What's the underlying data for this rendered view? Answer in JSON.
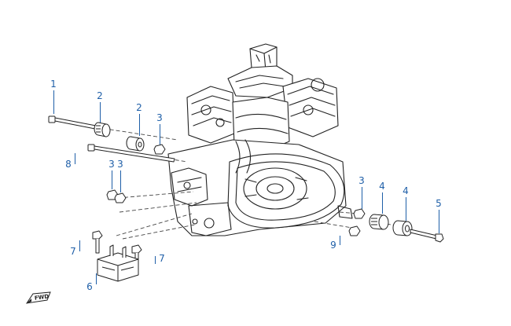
{
  "diagram": {
    "forward_marker": "FWD",
    "callouts": [
      {
        "label": "1"
      },
      {
        "label": "2"
      },
      {
        "label": "2"
      },
      {
        "label": "3"
      },
      {
        "label": "8"
      },
      {
        "label": "3"
      },
      {
        "label": "3"
      },
      {
        "label": "3"
      },
      {
        "label": "4"
      },
      {
        "label": "4"
      },
      {
        "label": "5"
      },
      {
        "label": "9"
      },
      {
        "label": "7"
      },
      {
        "label": "7"
      },
      {
        "label": "6"
      }
    ],
    "colors": {
      "callout": "#1f5fa8",
      "line_art": "#222222",
      "background": "#ffffff"
    }
  }
}
